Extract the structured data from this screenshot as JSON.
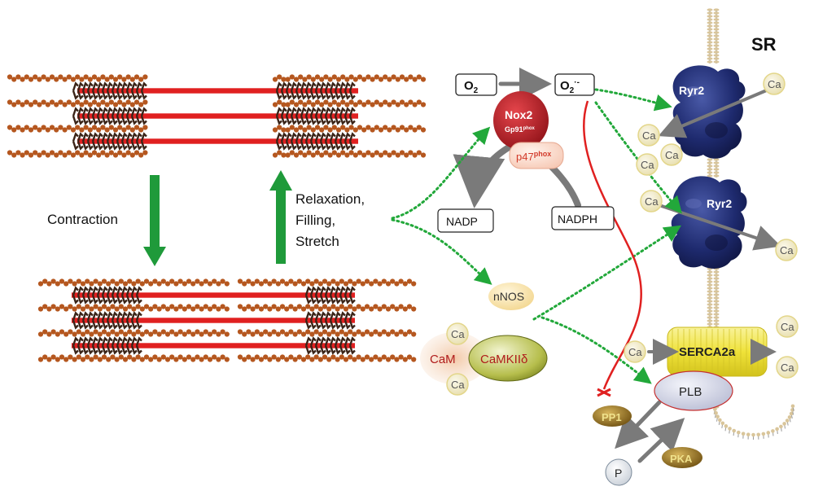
{
  "labels": {
    "sr": "SR",
    "contraction": "Contraction",
    "relaxation": [
      "Relaxation,",
      "Filling,",
      "Stretch"
    ],
    "o2": "O",
    "o2_sub": "2",
    "o2_radical": "O",
    "o2_radical_sub": "2",
    "o2_radical_sup": "·-",
    "nox2": "Nox2",
    "gp91": "Gp91",
    "gp91_sup": "phox",
    "p47": "p47",
    "p47_sup": "phox",
    "nadp": "NADP",
    "nadph": "NADPH",
    "nnos": "nNOS",
    "cam": "CaM",
    "camkii": "CaMKIIδ",
    "ryr2_top": "Ryr2",
    "ryr2_bottom": "Ryr2",
    "serca": "SERCA2a",
    "plb": "PLB",
    "pp1": "PP1",
    "pka": "PKA",
    "p": "P",
    "ca": "Ca"
  },
  "colors": {
    "myosin": "#e02020",
    "actin": "#b5571f",
    "crossbridge": "#3a2418",
    "arrow_green": "#1f9a3a",
    "dotted_green": "#22a83a",
    "ryr": "#1e2a6e",
    "nox2": "#b31b22",
    "serca": "#f2e640",
    "ca_fill": "#f4eed2",
    "ca_stroke": "#e3d68a"
  }
}
